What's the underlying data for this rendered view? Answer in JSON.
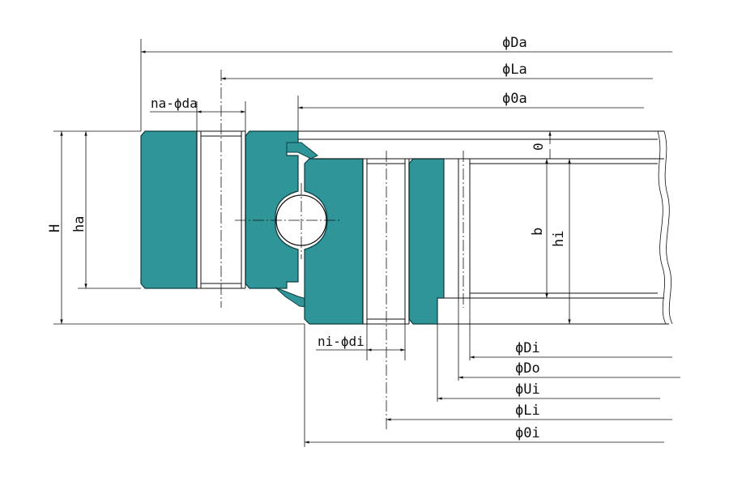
{
  "colors": {
    "ring_fill": "#2f9598",
    "ring_stroke": "#0e3e40",
    "line": "#111111",
    "background": "#ffffff"
  },
  "labels": {
    "Da": "ϕDa",
    "La": "ϕLa",
    "Oa": "ϕ0a",
    "na_da": "na-ϕda",
    "O": "0",
    "H": "H",
    "ha": "ha",
    "b": "b",
    "hi": "hi",
    "ni_di": "ni-ϕdi",
    "Di": "ϕDi",
    "Do": "ϕDo",
    "Ui": "ϕUi",
    "Li": "ϕLi",
    "Oi": "ϕ0i"
  }
}
